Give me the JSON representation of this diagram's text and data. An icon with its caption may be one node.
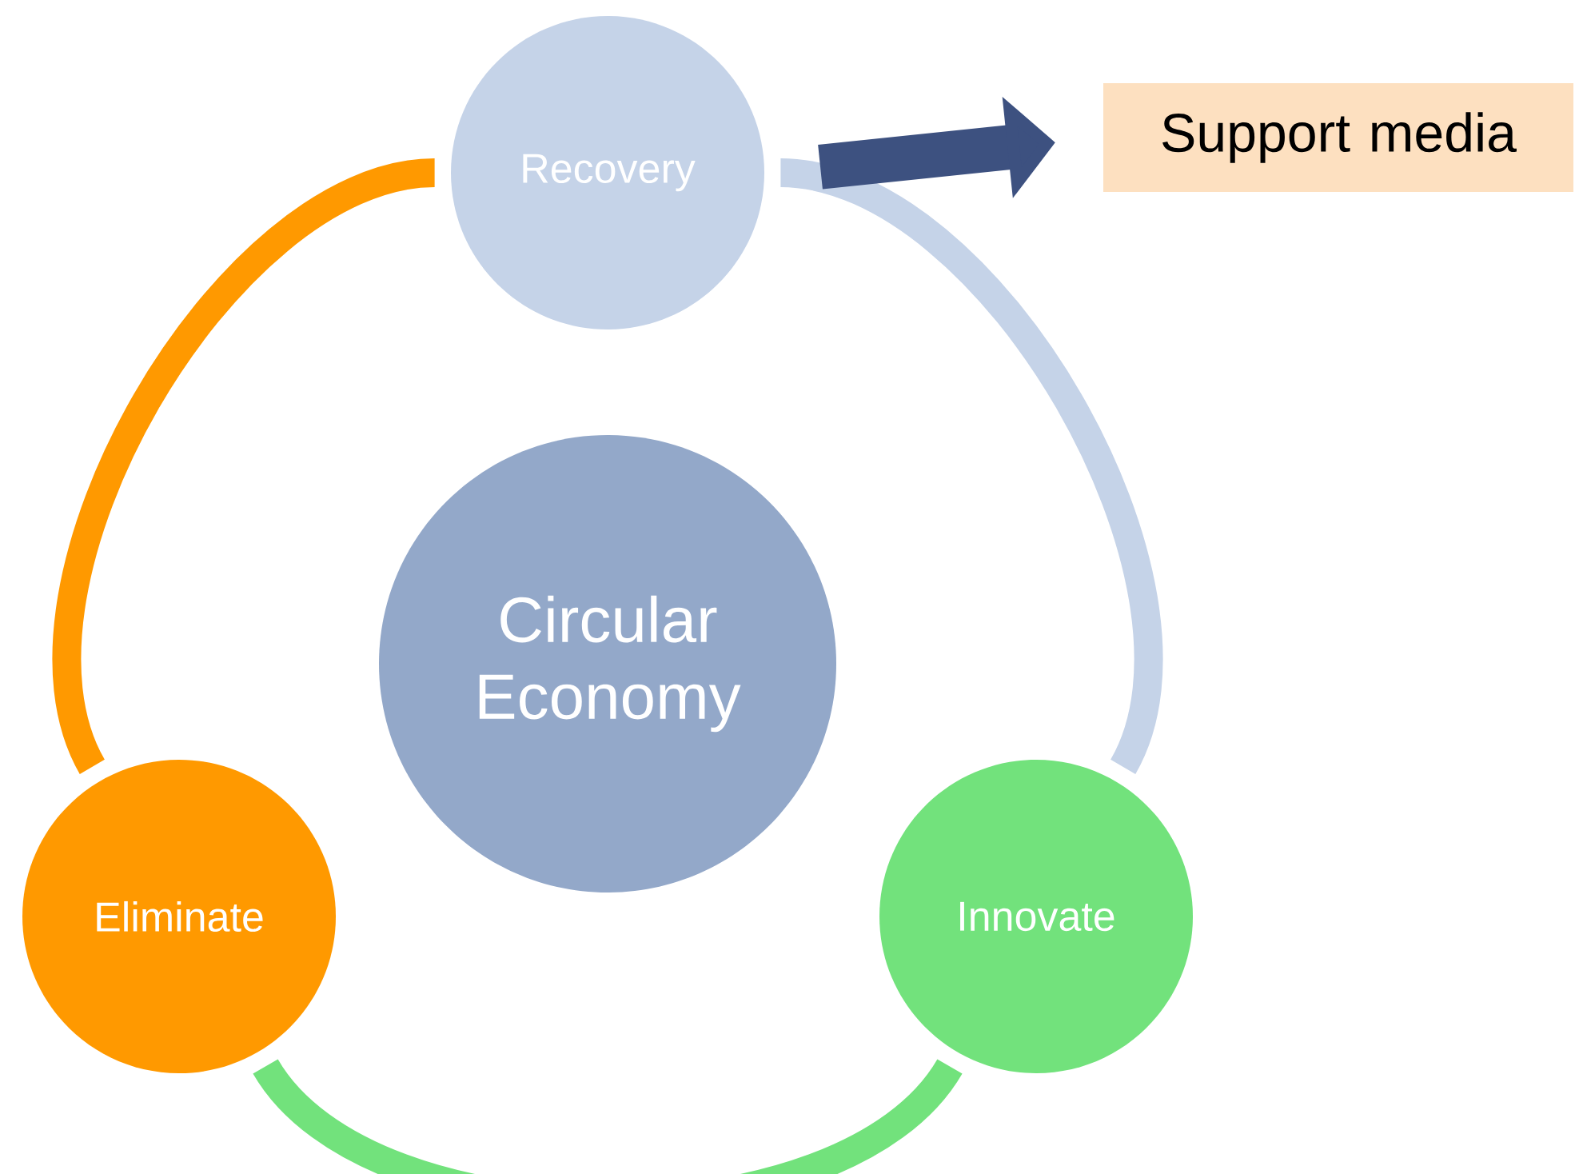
{
  "diagram": {
    "nodes": [
      {
        "text": [
          "Recovery"
        ]
      },
      {
        "text": [
          "Circular Economy"
        ]
      },
      {
        "text": [
          "Eliminate"
        ]
      },
      {
        "text": [
          "Innovate"
        ]
      },
      {
        "text": [
          "Support media"
        ]
      }
    ],
    "edges": [
      {
        "from": 0,
        "to": 2,
        "arrow": "none",
        "color": "#ff9900"
      },
      {
        "from": 2,
        "to": 3,
        "arrow": "none",
        "color": "#72e27c"
      },
      {
        "from": 3,
        "to": 0,
        "arrow": "none",
        "color": "#c5d3e8"
      },
      {
        "from": 0,
        "to": 4,
        "arrow": "to",
        "color": "#3d5180"
      }
    ]
  }
}
